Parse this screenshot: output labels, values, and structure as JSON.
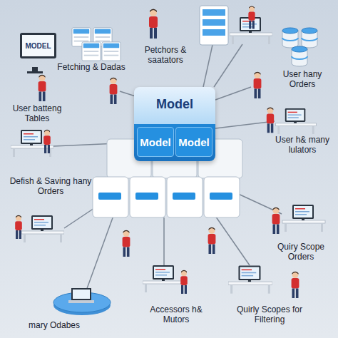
{
  "diagram": {
    "nodes": [
      {
        "text": [
          "MODEL"
        ]
      },
      {
        "text": [
          "Model"
        ]
      },
      {
        "text": [
          "Model"
        ],
        "in": 1
      },
      {
        "text": [
          "Model"
        ],
        "in": 1
      }
    ],
    "labels": [
      "Petchors & saatators",
      "Fetching & Dadas",
      "User batteng Tables",
      "User hany Orders",
      "User h& many lulators",
      "Defish & Saving hany Orders",
      "Quiry Scope Orders",
      "Accessors h& Mutors",
      "Quirly Scopes for Filtering",
      "mary Odabes"
    ]
  }
}
